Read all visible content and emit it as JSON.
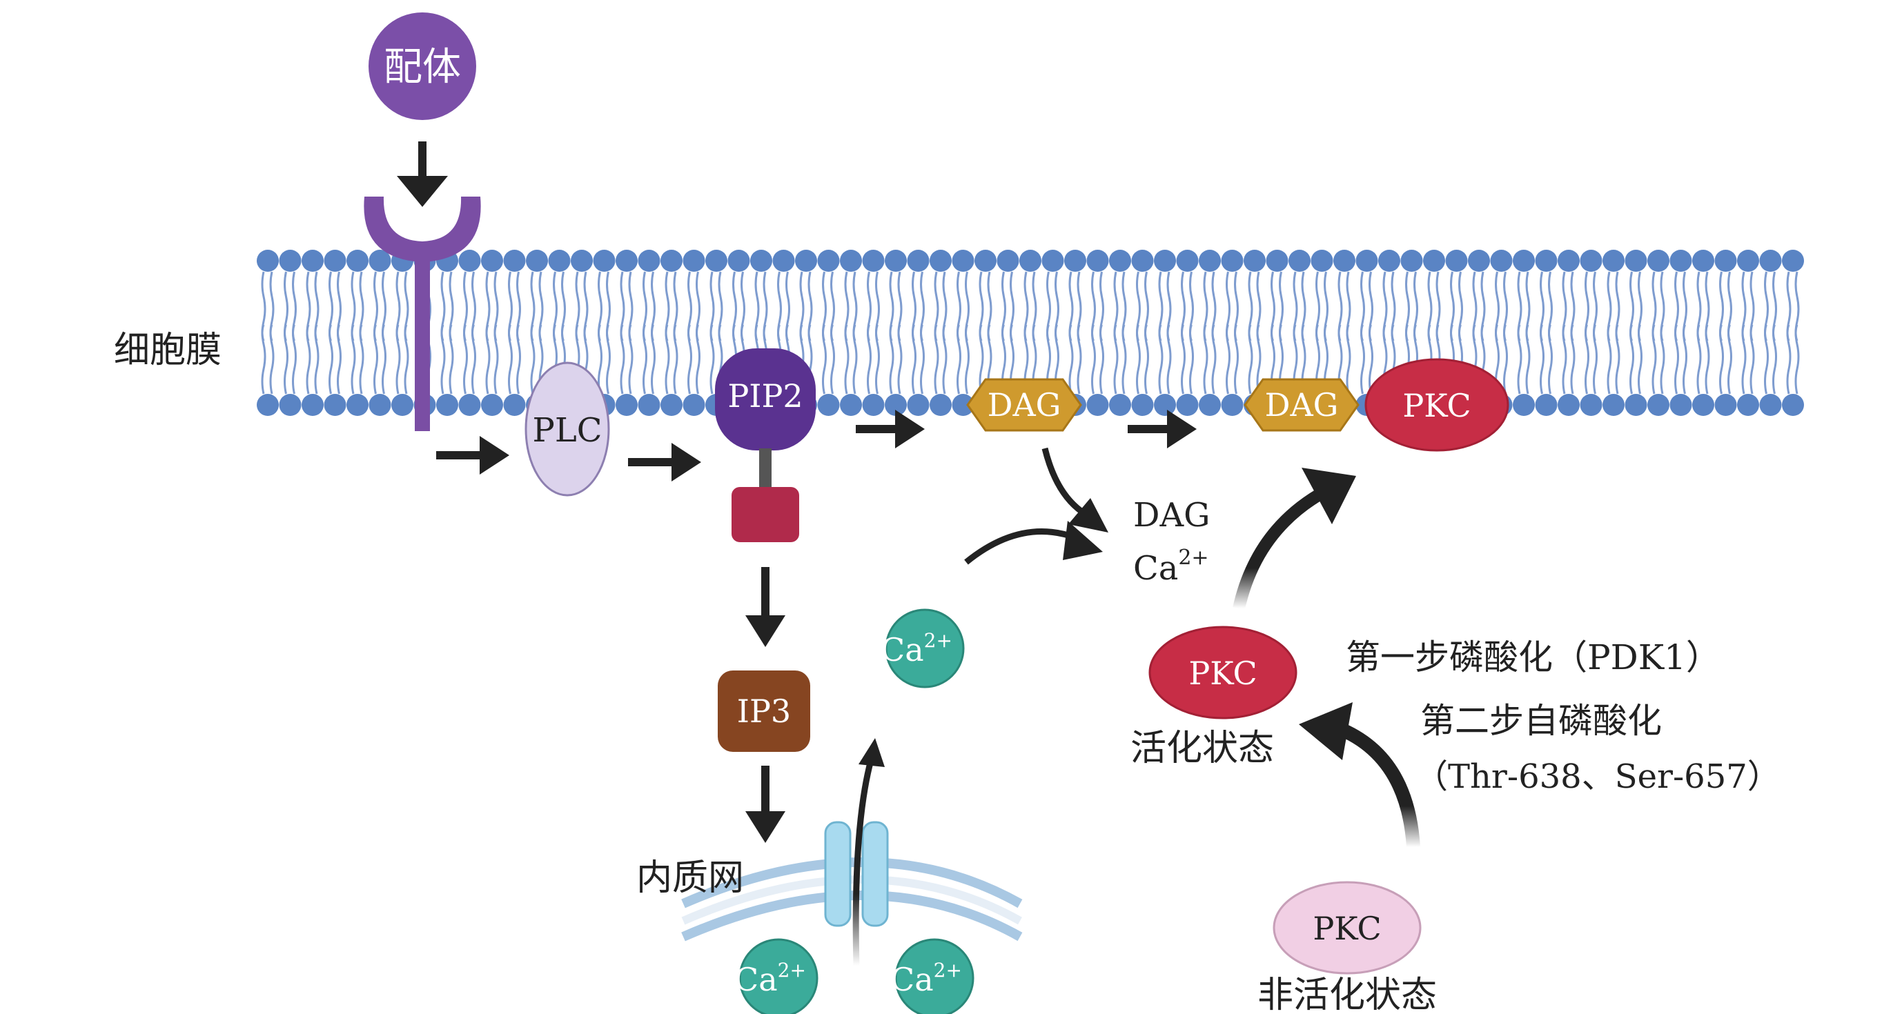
{
  "labels": {
    "ligand": "配体",
    "cell_membrane": "细胞膜",
    "plc": "PLC",
    "pip2": "PIP2",
    "dag_1": "DAG",
    "dag_2": "DAG",
    "pkc_membrane": "PKC",
    "dag_text": "DAG",
    "ca_text": "Ca",
    "ca_text_sup": "2+",
    "ip3": "IP3",
    "er": "内质网",
    "ca_ion": "Ca",
    "ca_ion_sup": "2+",
    "pkc_active": "PKC",
    "active_state": "活化状态",
    "step1": "第一步磷酸化（PDK1）",
    "step2": "第二步自磷酸化",
    "step2_sites": "（Thr-638、Ser-657）",
    "pkc_inactive": "PKC",
    "inactive_state": "非活化状态"
  },
  "colors": {
    "ligand": "#7b4fa8",
    "receptor": "#7a4ea4",
    "membrane_head": "#5a84c4",
    "membrane_tail": "#7e9ccf",
    "plc": "#dcd3ec",
    "pip2": "#5a3290",
    "pip2_head": "#b02a4b",
    "dag": "#cf9a2e",
    "pkc_active": "#c72d46",
    "ip3": "#864521",
    "ca_ion": "#3bab9a",
    "er_membrane": "#a9c8e3",
    "channel": "#a8daef",
    "pkc_inactive": "#f1cfe4",
    "arrow": "#222222"
  }
}
